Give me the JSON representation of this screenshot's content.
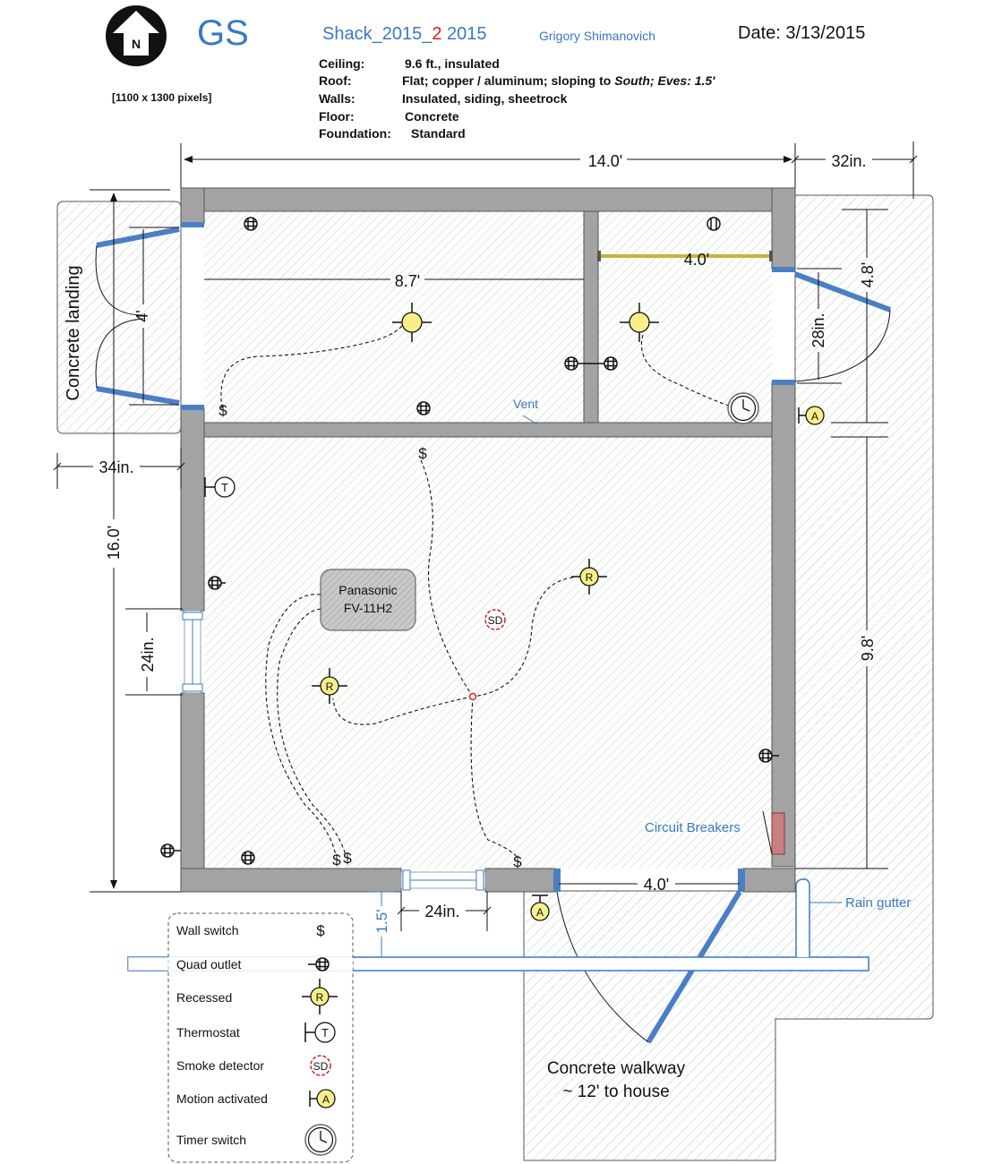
{
  "header": {
    "logo_letters": "GS",
    "north_letter": "N",
    "project_name_a": "Shack_2015_",
    "project_name_red": "2",
    "project_name_b": "  2015",
    "author": "Grigory Shimanovich",
    "date": "Date:  3/13/2015",
    "size_note": "[1100 x 1300 pixels]"
  },
  "specs": [
    {
      "label": "Ceiling:",
      "value": "9.6 ft.,  insulated"
    },
    {
      "label": "Roof:",
      "value": "Flat; copper / aluminum; sloping to ",
      "value_italic": "South; Eves: 1.5'"
    },
    {
      "label": "Walls:",
      "value": "Insulated, siding, sheetrock"
    },
    {
      "label": "Floor:",
      "value": "Concrete"
    },
    {
      "label": "Foundation:",
      "value": "Standard"
    }
  ],
  "dimensions": {
    "overall_width": "14.0'",
    "right_gap": "32in.",
    "overall_height": "16.0'",
    "left_gap": "34in.",
    "room_width": "8.7'",
    "door_left": "4'",
    "closet_rod": "4.0'",
    "right_door": "28in.",
    "upper_right": "4.8'",
    "lower_right": "9.8'",
    "window_left": "24in.",
    "window_bottom": "24in.",
    "bottom_door": "4.0'",
    "eave": "1.5'"
  },
  "labels": {
    "landing": "Concrete  landing",
    "vent": "Vent",
    "fan_line1": "Panasonic",
    "fan_line2": "FV-11H2",
    "breakers": "Circuit Breakers",
    "gutter": "Rain gutter",
    "walkway_line1": "Concrete walkway",
    "walkway_line2": "~ 12' to house"
  },
  "symbols": {
    "wall_switch": "$",
    "recessed": "R",
    "thermostat": "T",
    "smoke": "SD",
    "motion": "A"
  },
  "legend": [
    {
      "label": "Wall switch",
      "icon": "wall-switch-icon"
    },
    {
      "label": "Quad outlet",
      "icon": "quad-outlet-icon"
    },
    {
      "label": "Recessed",
      "icon": "recessed-light-icon"
    },
    {
      "label": "Thermostat",
      "icon": "thermostat-icon"
    },
    {
      "label": "Smoke detector",
      "icon": "smoke-detector-icon"
    },
    {
      "label": "Motion activated",
      "icon": "motion-light-icon"
    },
    {
      "label": "Timer switch",
      "icon": "timer-switch-icon"
    }
  ],
  "colors": {
    "wall": "#a3a3a3",
    "accent_blue": "#3a78c3",
    "door_blue": "#4a7fc6",
    "light_yellow": "#f7f08a",
    "red": "#d62020"
  }
}
